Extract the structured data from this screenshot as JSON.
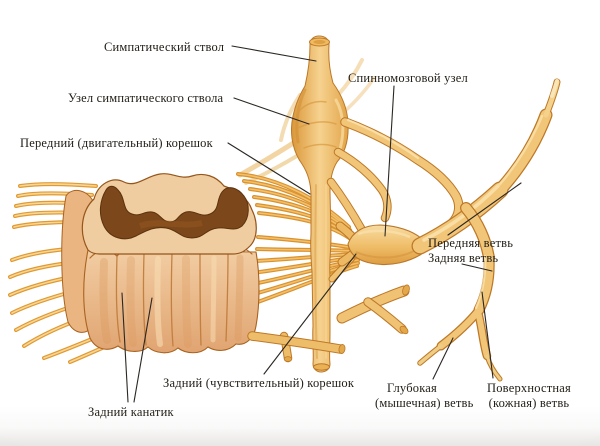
{
  "figure": {
    "language": "ru",
    "labels": {
      "sympathetic_trunk": {
        "text": "Симпатический ствол"
      },
      "sympathetic_trunk_ganglion": {
        "text": "Узел симпатического ствола"
      },
      "anterior_motor_root": {
        "text": "Передний (двигательный) корешок"
      },
      "spinal_ganglion": {
        "text": "Спинномозговой узел"
      },
      "anterior_branch": {
        "text": "Передняя ветвь"
      },
      "posterior_branch": {
        "text": "Задняя ветвь"
      },
      "posterior_sensory_root": {
        "text": "Задний (чувствительный) корешок"
      },
      "posterior_funiculus": {
        "text": "Задний канатик"
      },
      "deep_branch": {
        "line1": "Глубокая",
        "line2": "(мышечная) ветвь"
      },
      "superficial_branch": {
        "line1": "Поверхностная",
        "line2": "(кожная) ветвь"
      }
    },
    "colors": {
      "page_background": "#f1efe9",
      "nerve_fill": "#f2c57c",
      "nerve_highlight": "#fae3ae",
      "nerve_shadow": "#d6923c",
      "nerve_outline": "#b9772a",
      "gray_matter": "#7c471a",
      "cord_face": "#eec095",
      "label_text": "#242019",
      "leader_line": "#2b2723"
    }
  }
}
